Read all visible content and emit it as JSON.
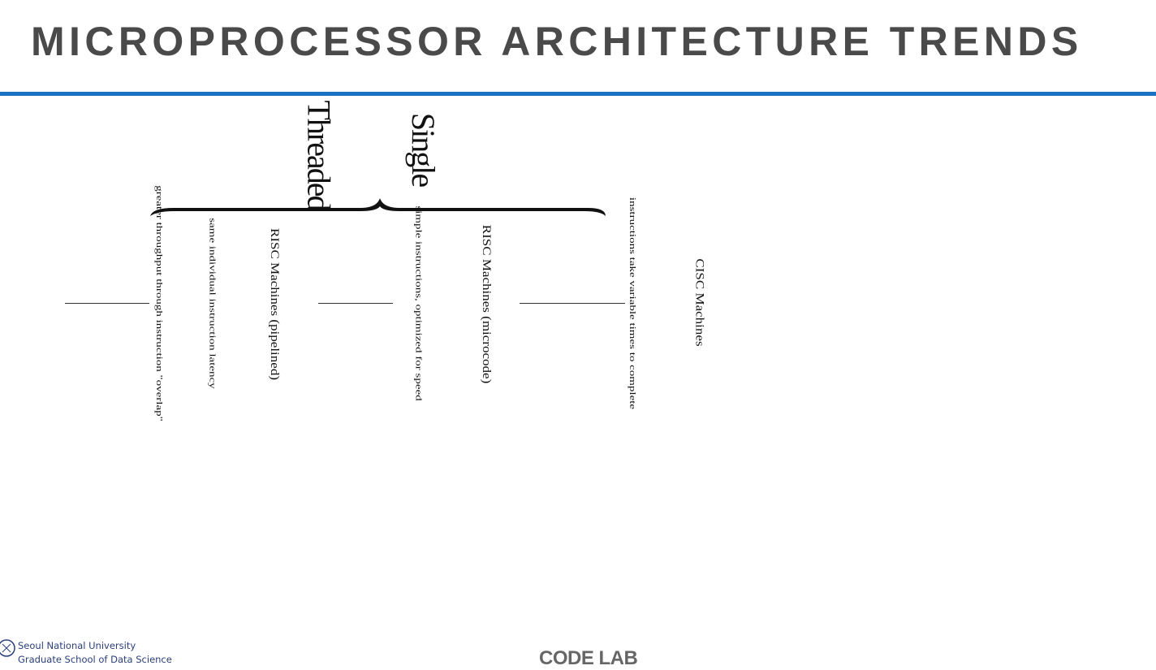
{
  "slide": {
    "title": "MICROPROCESSOR ARCHITECTURE TRENDS",
    "footer_center": "CODE LAB"
  },
  "diagram": {
    "header_line1": "Single",
    "header_line2": "Threaded",
    "nodes": [
      {
        "label": "CISC Machines",
        "description": "instructions take variable times to complete"
      },
      {
        "label": "RISC Machines (microcode)",
        "description": "simple instructions, optimized for speed"
      },
      {
        "label": "RISC Machines (pipelined)",
        "description": "same individual instruction latency",
        "description2": "greater throughput through instruction \"overlap\""
      }
    ]
  },
  "logo": {
    "line1": "Seoul National University",
    "line2": "Graduate School of Data Science"
  },
  "colors": {
    "accent": "#1a73c2",
    "title": "#4a4a4a"
  }
}
